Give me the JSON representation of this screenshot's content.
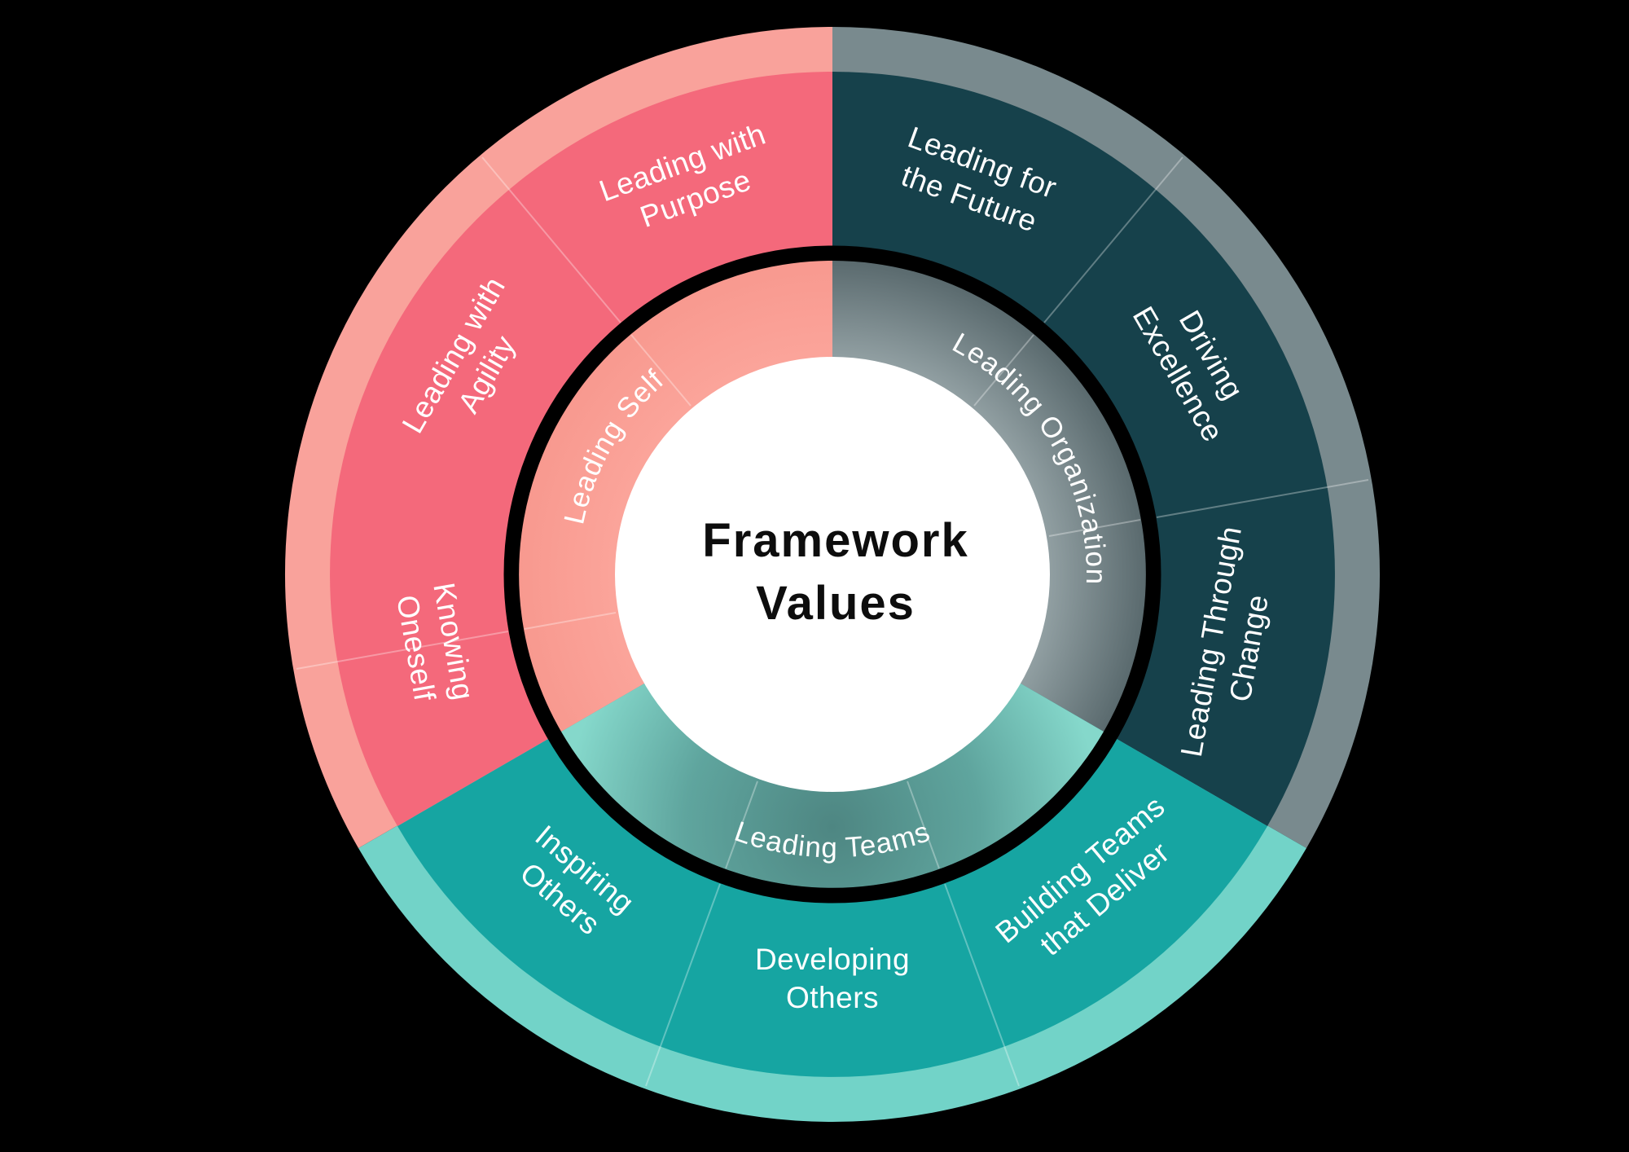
{
  "title": {
    "line1": "Framework",
    "line2": "Values"
  },
  "inner_ring": {
    "self": {
      "label": "Leading Self"
    },
    "organization": {
      "label": "Leading Organization"
    },
    "teams": {
      "label": "Leading Teams"
    }
  },
  "outer_segments": {
    "future": {
      "line1": "Leading for",
      "line2": "the Future"
    },
    "excellence": {
      "line1": "Driving",
      "line2": "Excellence"
    },
    "change": {
      "line1": "Leading Through",
      "line2": "Change"
    },
    "building": {
      "line1": "Building Teams",
      "line2": "that Deliver"
    },
    "developing": {
      "line1": "Developing",
      "line2": "Others"
    },
    "inspiring": {
      "line1": "Inspiring",
      "line2": "Others"
    },
    "knowing": {
      "line1": "Knowing",
      "line2": "Oneself"
    },
    "agility": {
      "line1": "Leading with",
      "line2": "Agility"
    },
    "purpose": {
      "line1": "Leading with",
      "line2": "Purpose"
    }
  },
  "colors": {
    "background": "#000000",
    "pink": "#F4697B",
    "pink_halo": "#F9A29B",
    "inner_self": "#F8998F",
    "dark_teal": "#16414B",
    "gray_halo": "#798A8E",
    "inner_org_light": "#93A1A4",
    "inner_org_dark": "#5A6A6E",
    "teal": "#16A5A2",
    "teal_halo": "#72D3C8",
    "inner_teams_light": "#85D8CB",
    "inner_teams_dark": "#4E8682",
    "ring_divider": "#000000",
    "center_circle": "#FFFFFF",
    "title_text": "#0D0D0D",
    "label_text": "#FFFFFF"
  }
}
